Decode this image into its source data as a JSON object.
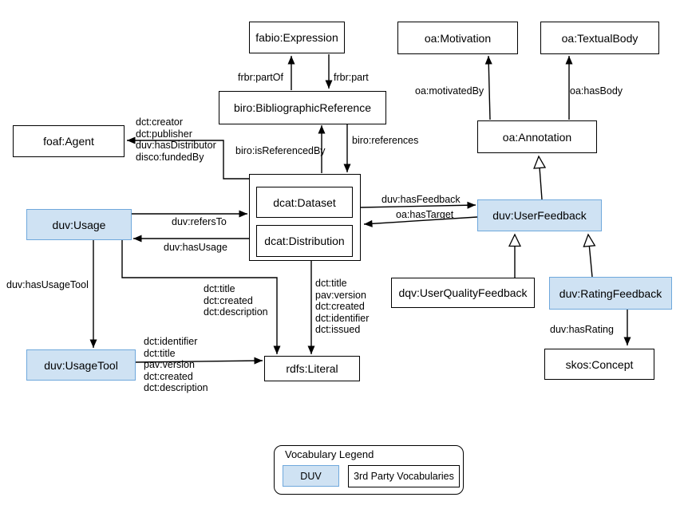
{
  "diagram": {
    "title": "DUV vocabulary diagram",
    "colors": {
      "duv_fill": "#cfe2f3",
      "duv_border": "#6fa8dc",
      "third_party_fill": "#ffffff",
      "third_party_border": "#000000",
      "line": "#000000",
      "text": "#000000"
    },
    "nodes": {
      "fabio_expression": {
        "label": "fabio:Expression",
        "vocabulary": "3rd-party"
      },
      "oa_motivation": {
        "label": "oa:Motivation",
        "vocabulary": "3rd-party"
      },
      "oa_textualbody": {
        "label": "oa:TextualBody",
        "vocabulary": "3rd-party"
      },
      "biro_bibliographicreference": {
        "label": "biro:BibliographicReference",
        "vocabulary": "3rd-party"
      },
      "oa_annotation": {
        "label": "oa:Annotation",
        "vocabulary": "3rd-party"
      },
      "foaf_agent": {
        "label": "foaf:Agent",
        "vocabulary": "3rd-party"
      },
      "dcat_dataset": {
        "label": "dcat:Dataset",
        "vocabulary": "3rd-party"
      },
      "dcat_distribution": {
        "label": "dcat:Distribution",
        "vocabulary": "3rd-party"
      },
      "duv_usage": {
        "label": "duv:Usage",
        "vocabulary": "duv"
      },
      "duv_userfeedback": {
        "label": "duv:UserFeedback",
        "vocabulary": "duv"
      },
      "dqv_userqualityfeedback": {
        "label": "dqv:UserQualityFeedback",
        "vocabulary": "3rd-party"
      },
      "duv_ratingfeedback": {
        "label": "duv:RatingFeedback",
        "vocabulary": "duv"
      },
      "skos_concept": {
        "label": "skos:Concept",
        "vocabulary": "3rd-party"
      },
      "duv_usagetool": {
        "label": "duv:UsageTool",
        "vocabulary": "duv"
      },
      "rdfs_literal": {
        "label": "rdfs:Literal",
        "vocabulary": "3rd-party"
      }
    },
    "edges": {
      "frbr_partof": {
        "label": "frbr:partOf",
        "from": "biro_bibliographicreference",
        "to": "fabio_expression",
        "style": "arrow"
      },
      "frbr_part": {
        "label": "frbr:part",
        "from": "fabio_expression",
        "to": "biro_bibliographicreference",
        "style": "arrow"
      },
      "oa_motivatedby": {
        "label": "oa:motivatedBy",
        "from": "oa_annotation",
        "to": "oa_motivation",
        "style": "arrow"
      },
      "oa_hasbody": {
        "label": "oa:hasBody",
        "from": "oa_annotation",
        "to": "oa_textualbody",
        "style": "arrow"
      },
      "agent_properties": {
        "label": "dct:creator\ndct:publisher\nduv:hasDistributor\ndisco:fundedBy",
        "from": "dcat_dataset",
        "to": "foaf_agent",
        "style": "arrow"
      },
      "biro_isreferencedby": {
        "label": "biro:isReferencedBy",
        "from": "dcat_dataset",
        "to": "biro_bibliographicreference",
        "style": "arrow"
      },
      "biro_references": {
        "label": "biro:references",
        "from": "biro_bibliographicreference",
        "to": "dcat_dataset",
        "style": "arrow"
      },
      "duv_hasfeedback": {
        "label": "duv:hasFeedback",
        "from": "dcat_dataset",
        "to": "duv_userfeedback",
        "style": "arrow"
      },
      "oa_hastarget": {
        "label": "oa:hasTarget",
        "from": "duv_userfeedback",
        "to": "dcat_distribution",
        "style": "arrow"
      },
      "duv_refersto": {
        "label": "duv:refersTo",
        "from": "duv_usage",
        "to": "dcat_dataset",
        "style": "arrow"
      },
      "duv_hasusage": {
        "label": "duv:hasUsage",
        "from": "dcat_distribution",
        "to": "duv_usage",
        "style": "arrow"
      },
      "duv_hasusagetool": {
        "label": "duv:hasUsageTool",
        "from": "duv_usage",
        "to": "duv_usagetool",
        "style": "arrow"
      },
      "usage_literal_properties": {
        "label": "dct:title\ndct:created\ndct:description",
        "from": "duv_usage",
        "to": "rdfs_literal",
        "style": "arrow"
      },
      "dataset_literal_properties": {
        "label": "dct:title\npav:version\ndct:created\ndct:identifier\ndct:issued",
        "from": "dcat_distribution",
        "to": "rdfs_literal",
        "style": "arrow"
      },
      "usagetool_literal_properties": {
        "label": "dct:identifier\ndct:title\npav:version\ndct:created\ndct:description",
        "from": "duv_usagetool",
        "to": "rdfs_literal",
        "style": "arrow"
      },
      "duv_hasrating": {
        "label": "duv:hasRating",
        "from": "duv_ratingfeedback",
        "to": "skos_concept",
        "style": "arrow"
      },
      "userfeedback_subclassof": {
        "label": "",
        "from": "duv_userfeedback",
        "to": "oa_annotation",
        "style": "subclass"
      },
      "userqualityfeedback_subclassof": {
        "label": "",
        "from": "dqv_userqualityfeedback",
        "to": "duv_userfeedback",
        "style": "subclass"
      },
      "ratingfeedback_subclassof": {
        "label": "",
        "from": "duv_ratingfeedback",
        "to": "duv_userfeedback",
        "style": "subclass"
      }
    },
    "legend": {
      "title": "Vocabulary Legend",
      "duv_label": "DUV",
      "third_party_label": "3rd Party Vocabularies"
    }
  }
}
